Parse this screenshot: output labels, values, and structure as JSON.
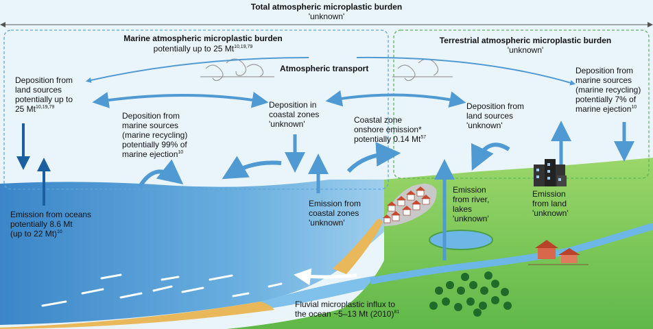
{
  "total": {
    "title": "Total atmospheric microplastic burden",
    "value": "'unknown'"
  },
  "marine_burden": {
    "title": "Marine atmospheric microplastic burden",
    "value": "potentially up to 25 Mt",
    "ref": "10,19,79"
  },
  "terrestrial_burden": {
    "title": "Terrestrial atmospheric microplastic burden",
    "value": "'unknown'"
  },
  "atmospheric_transport": "Atmospheric transport",
  "dep_land_to_marine": {
    "lines": [
      "Deposition from",
      "land sources",
      "potentially up to"
    ],
    "last": "25 Mt",
    "ref": "10,19,79"
  },
  "dep_marine_recycling": {
    "lines": [
      "Deposition from",
      "marine sources",
      "(marine recycling)",
      "potentially 99% of"
    ],
    "last": "marine ejection",
    "ref": "10"
  },
  "dep_coastal": {
    "lines": [
      "Deposition in",
      "coastal zones",
      "'unknown'"
    ]
  },
  "coastal_onshore": {
    "lines": [
      "Coastal zone",
      "onshore emission*"
    ],
    "last": "potentially 0.14 Mt",
    "ref": "57"
  },
  "dep_land_terrestrial": {
    "lines": [
      "Deposition from",
      "land sources",
      "'unknown'"
    ]
  },
  "dep_marine_to_land": {
    "lines": [
      "Deposition from",
      "marine sources",
      "(marine recycling)",
      "potentially 7% of"
    ],
    "last": "marine ejection",
    "ref": "10"
  },
  "emission_oceans": {
    "lines": [
      "Emission from oceans",
      "potentially 8.6 Mt"
    ],
    "last": "(up to 22 Mt)",
    "ref": "10"
  },
  "emission_coastal": {
    "lines": [
      "Emission from",
      "coastal zones",
      "'unknown'"
    ]
  },
  "emission_river": {
    "lines": [
      "Emission",
      "from river,",
      "lakes",
      "'unknown'"
    ]
  },
  "emission_land": {
    "lines": [
      "Emission",
      "from land",
      "'unknown'"
    ]
  },
  "fluvial": {
    "lines": [
      "Fluvial microplastic influx to"
    ],
    "last": "the ocean ~5–13 Mt (2010)",
    "ref": "81"
  },
  "colors": {
    "arrow_light": "#4f9ad3",
    "arrow_dark": "#1c5fa0",
    "ocean": "#3f8fd0",
    "land": "#8ccf5c",
    "sky": "#eaf4fb",
    "marine_box": "#5aa6d6",
    "terrestrial_box": "#58b85a"
  }
}
